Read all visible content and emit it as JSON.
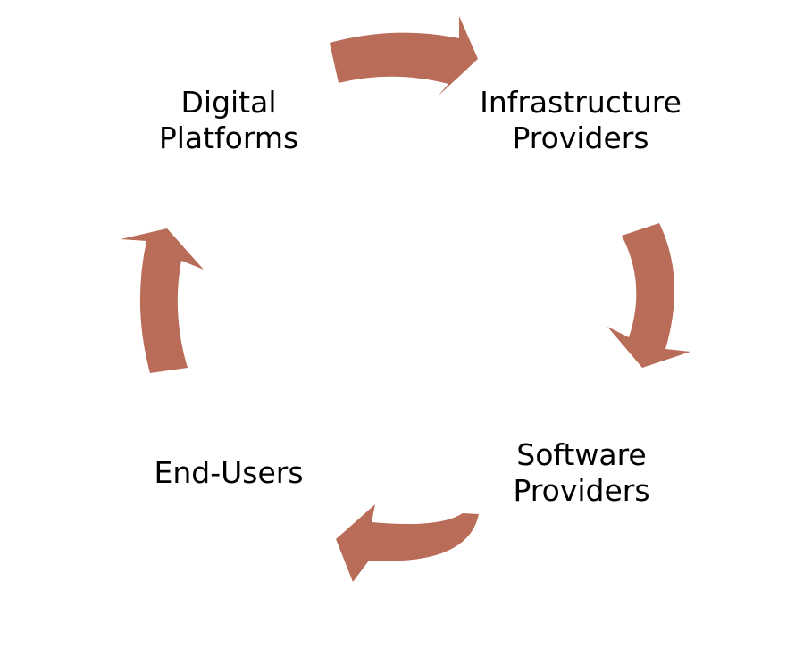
{
  "colors": {
    "arrow": "#b96c58",
    "text": "#000000",
    "background": "#ffffff"
  },
  "nodes": {
    "digital_platforms": {
      "line1": "Digital",
      "line2": "Platforms"
    },
    "infrastructure_providers": {
      "line1": "Infrastructure",
      "line2": "Providers"
    },
    "software_providers": {
      "line1": "Software",
      "line2": "Providers"
    },
    "end_users": {
      "line1": "End-Users"
    }
  },
  "flow": [
    "digital_platforms",
    "infrastructure_providers",
    "software_providers",
    "end_users",
    "digital_platforms"
  ]
}
